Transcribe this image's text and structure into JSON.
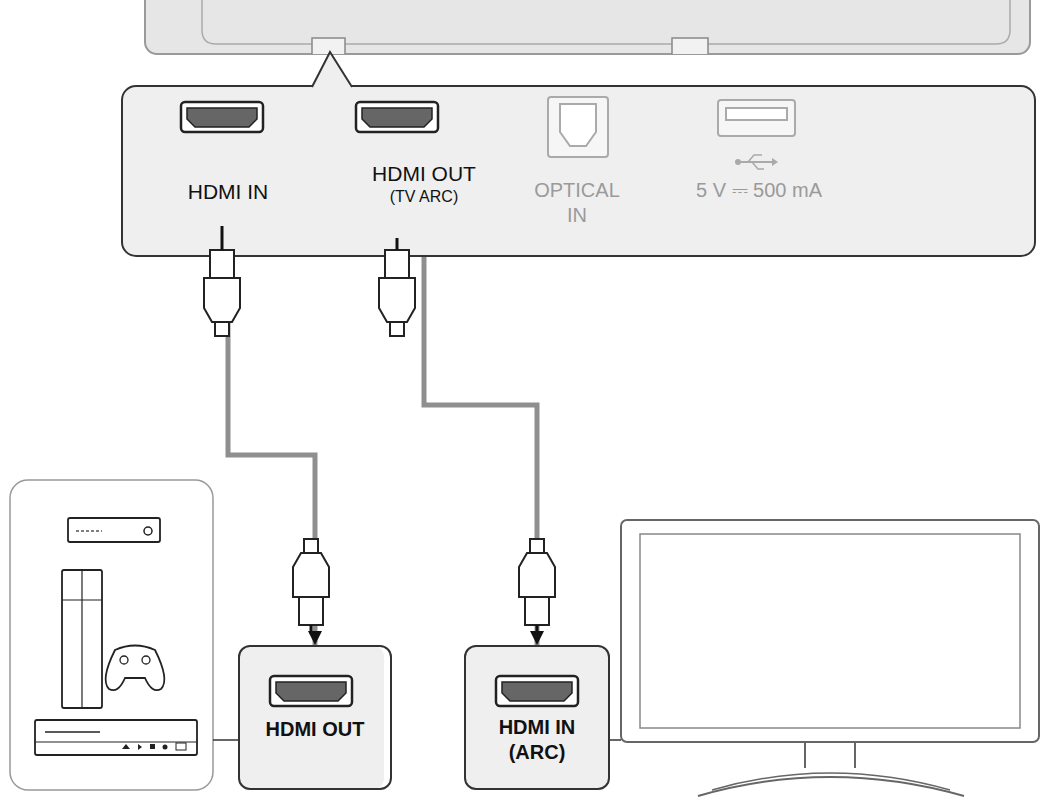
{
  "diagram": {
    "nodes": [
      {
        "text": [
          "OPTICAL IN",
          "5 V ⎓ 500 mA"
        ]
      },
      {
        "text": [
          "HDMI IN"
        ],
        "in": 0
      },
      {
        "text": [
          "HDMI OUT",
          "(TV ARC)"
        ],
        "in": 0
      },
      {
        "text": [
          "HDMI OUT"
        ]
      },
      {
        "text": [
          "HDMI IN (ARC)"
        ]
      }
    ],
    "edges": [
      {
        "from": 3,
        "to": 1,
        "arrow": "both"
      },
      {
        "from": 2,
        "to": 4,
        "arrow": "both"
      }
    ]
  }
}
